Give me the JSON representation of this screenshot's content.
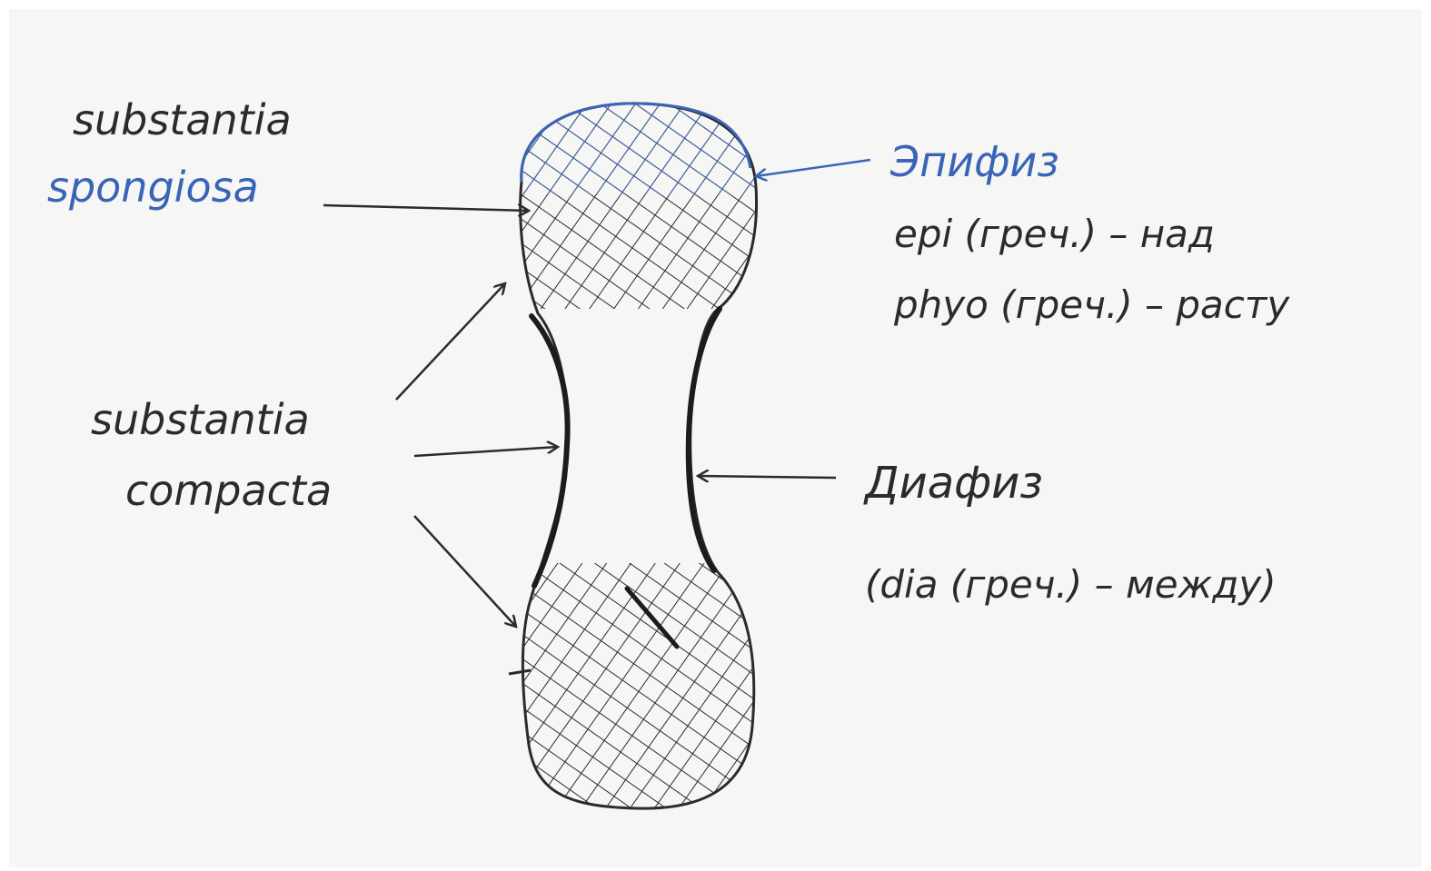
{
  "labels": {
    "spongiosa_line1": "substantia",
    "spongiosa_line2": "spongiosa",
    "compacta_line1": "substantia",
    "compacta_line2": "compacta",
    "epiphysis_title": "Эпифиз",
    "epiphysis_line1": "epi (греч.) – над",
    "epiphysis_line2": "phyo (греч.) – расту",
    "diaphysis_title": "Диафиз",
    "diaphysis_line1": "(dia (греч.) – между)"
  },
  "colors": {
    "ink": "#2b2b2b",
    "blue_ink": "#3a64b8",
    "paper": "#f6f6f4"
  }
}
